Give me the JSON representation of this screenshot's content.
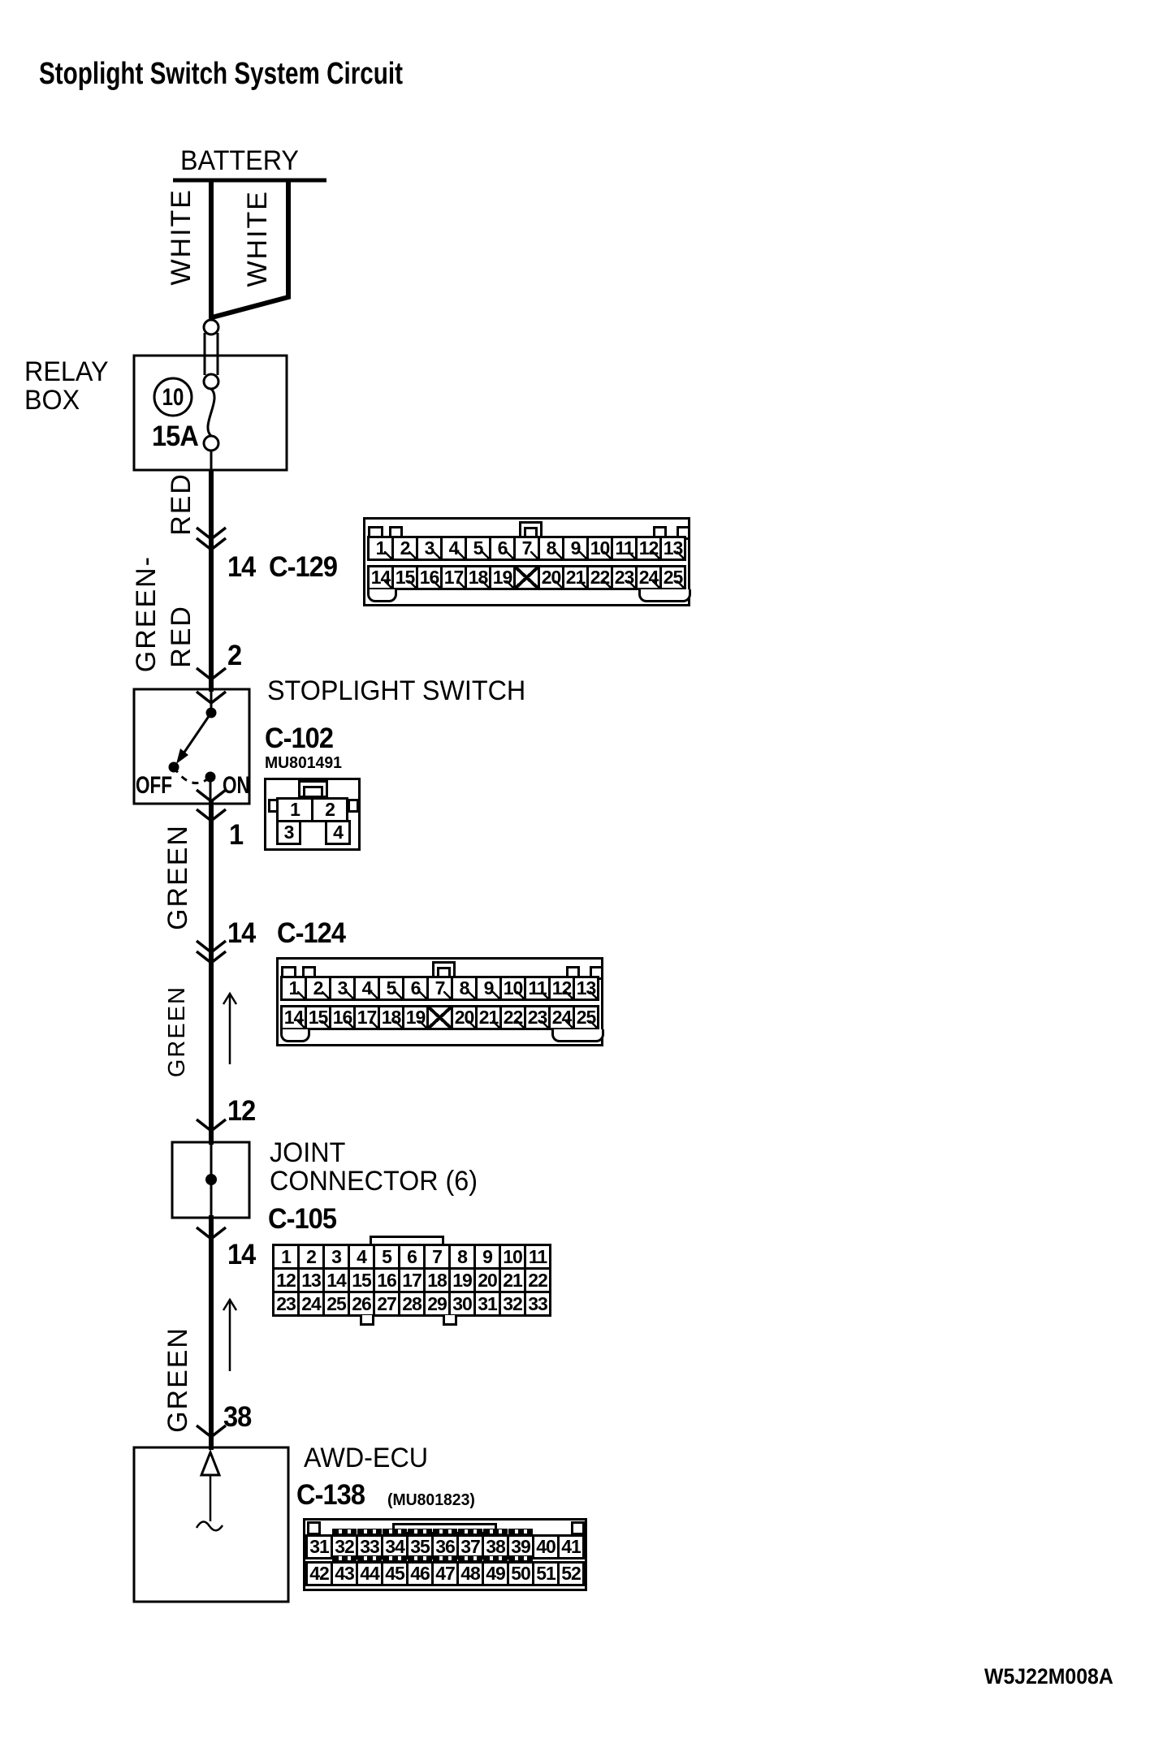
{
  "title": "Stoplight Switch System Circuit",
  "code": "W5J22M008A",
  "battery": {
    "label": "BATTERY",
    "wire_left": "WHITE",
    "wire_right": "WHITE"
  },
  "relay": {
    "line1": "RELAY",
    "line2": "BOX",
    "fuse_no": "10",
    "fuse_rating": "15A",
    "out_wire": "RED"
  },
  "c129": {
    "pin": "14",
    "id": "C-129",
    "row1": [
      "1",
      "2",
      "3",
      "4",
      "5",
      "6",
      "7",
      "8",
      "9",
      "10",
      "11",
      "12",
      "13"
    ],
    "row2": [
      "14",
      "15",
      "16",
      "17",
      "18",
      "19",
      {
        "label": "",
        "x": true
      },
      "20",
      "21",
      "22",
      "23",
      "24",
      "25"
    ]
  },
  "wire_green_red": {
    "line1": "GREEN-",
    "line2": "RED"
  },
  "sw": {
    "pin_in": "2",
    "title": "STOPLIGHT SWITCH",
    "id": "C-102",
    "part": "MU801491",
    "off": "OFF",
    "on": "ON",
    "pins": [
      "1",
      "2",
      "3",
      "4"
    ],
    "pin_out": "1",
    "out_wire": "GREEN"
  },
  "c124": {
    "pin": "14",
    "id": "C-124",
    "wire_below": "GREEN",
    "row1": [
      "1",
      "2",
      "3",
      "4",
      "5",
      "6",
      "7",
      "8",
      "9",
      "10",
      "11",
      "12",
      "13"
    ],
    "row2": [
      "14",
      "15",
      "16",
      "17",
      "18",
      "19",
      {
        "label": "",
        "x": true
      },
      "20",
      "21",
      "22",
      "23",
      "24",
      "25"
    ]
  },
  "joint": {
    "pin_in": "12",
    "line1": "JOINT",
    "line2": "CONNECTOR (6)",
    "id": "C-105",
    "pin_out": "14",
    "out_wire": "GREEN",
    "row1": [
      "1",
      "2",
      "3",
      "4",
      "5",
      "6",
      "7",
      "8",
      "9",
      "10",
      "11"
    ],
    "row2": [
      "12",
      "13",
      "14",
      "15",
      "16",
      "17",
      "18",
      "19",
      "20",
      "21",
      "22"
    ],
    "row3": [
      "23",
      "24",
      "25",
      "26",
      "27",
      "28",
      "29",
      "30",
      "31",
      "32",
      "33"
    ]
  },
  "awd": {
    "pin_in": "38",
    "title": "AWD-ECU",
    "id": "C-138",
    "part": "(MU801823)",
    "row1": [
      "31",
      {
        "label": "32",
        "dash": true
      },
      {
        "label": "33",
        "dash": true
      },
      {
        "label": "34",
        "dash": true
      },
      {
        "label": "35",
        "dash": true
      },
      {
        "label": "36",
        "dash": true
      },
      {
        "label": "37",
        "dash": true
      },
      {
        "label": "38",
        "dash": true
      },
      {
        "label": "39",
        "dash": true
      },
      "40",
      "41"
    ],
    "row2": [
      "42",
      {
        "label": "43",
        "dash": true
      },
      {
        "label": "44",
        "dash": true
      },
      {
        "label": "45",
        "dash": true
      },
      {
        "label": "46",
        "dash": true
      },
      {
        "label": "47",
        "dash": true
      },
      {
        "label": "48",
        "dash": true
      },
      {
        "label": "49",
        "dash": true
      },
      {
        "label": "50",
        "dash": true
      },
      "51",
      "52"
    ]
  }
}
